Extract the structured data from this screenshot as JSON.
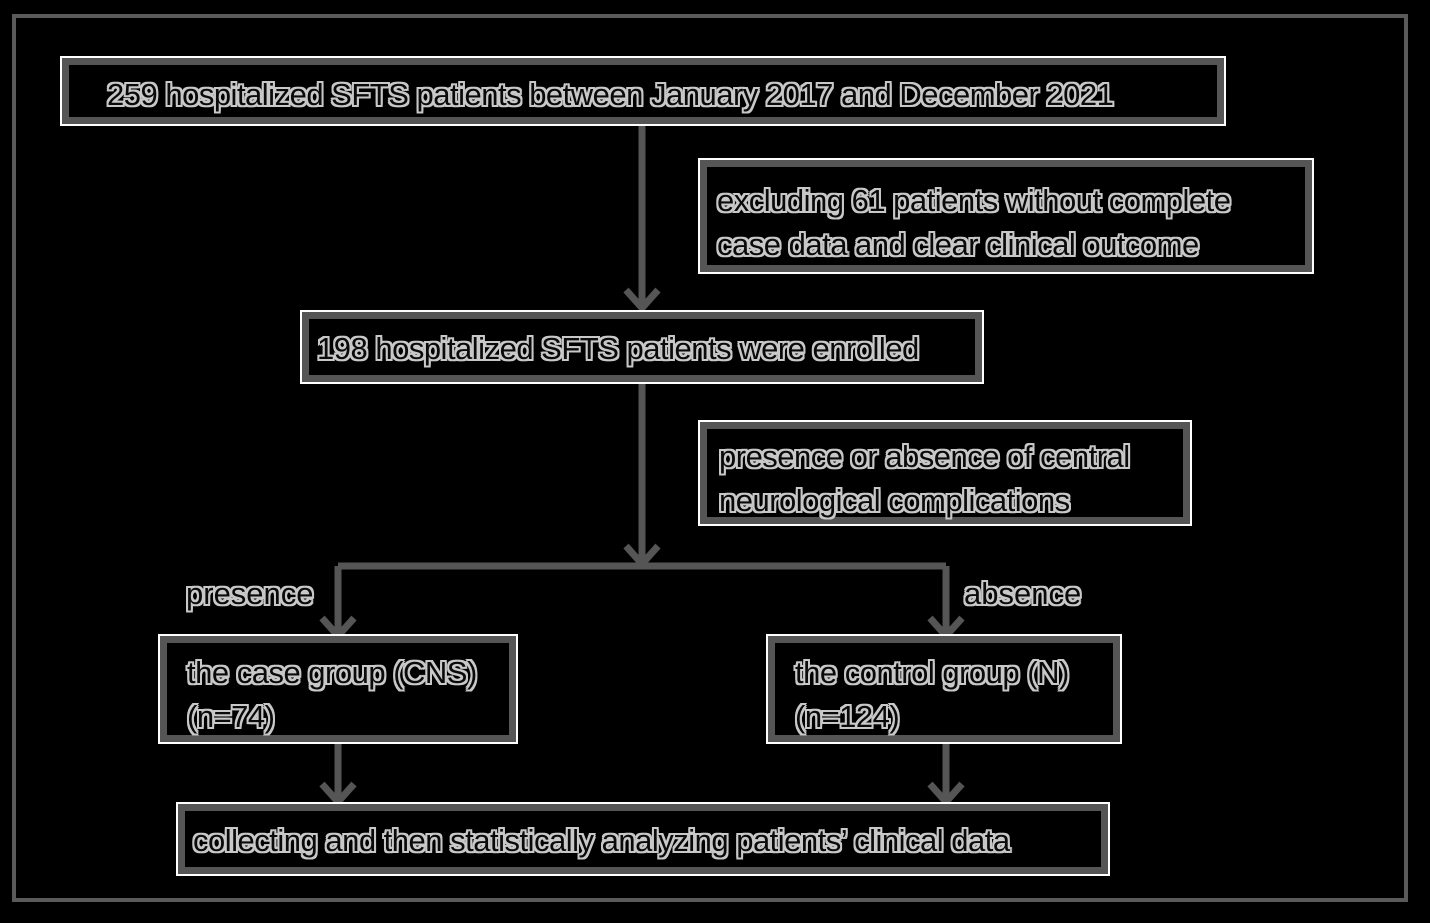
{
  "nodes": {
    "total": "259 hospitalized SFTS patients between January 2017 and December 2021",
    "exclusion_line1": "excluding 61 patients without complete",
    "exclusion_line2": "case data and clear clinical outcome",
    "enrolled": "198 hospitalized SFTS patients were enrolled",
    "criterion_line1": "presence or absence of central",
    "criterion_line2": "neurological complications",
    "case_line1": "the case group (CNS)",
    "case_line2": "(n=74)",
    "control_line1": "the control group (N)",
    "control_line2": "(n=124)",
    "analysis": "collecting and then statistically analyzing patients’ clinical data"
  },
  "edge_labels": {
    "presence": "presence",
    "absence": "absence"
  },
  "colors": {
    "background": "#000000",
    "line": "#555555",
    "text_outline": "#c8c8c8"
  }
}
